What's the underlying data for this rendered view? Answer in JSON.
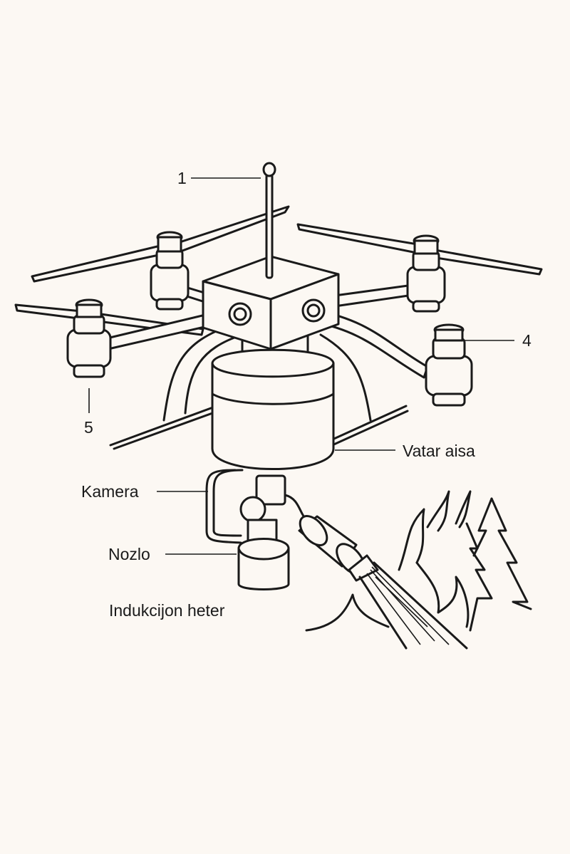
{
  "labels": {
    "antenna_number": "1",
    "motor_right_number": "4",
    "motor_left_number": "5",
    "tank": "Vatar aisa",
    "camera": "Kamera",
    "nozzle": "Nozlo",
    "heater": "Indukcijon heter"
  },
  "colors": {
    "background": "#fcf8f3",
    "ink": "#1a1a1a"
  }
}
